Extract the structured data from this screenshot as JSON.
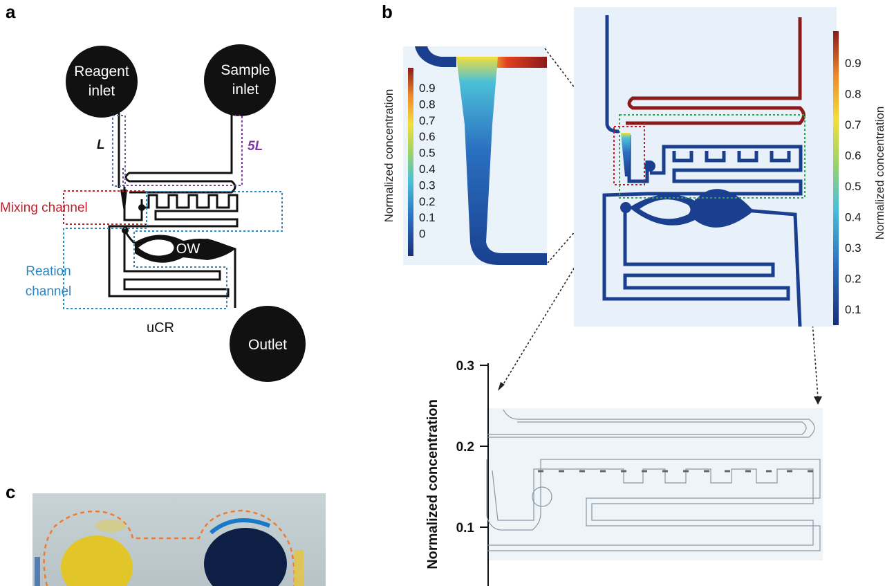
{
  "panel_a": {
    "label": "a",
    "reagent_line1": "Reagent",
    "reagent_line2": "inlet",
    "sample_line1": "Sample",
    "sample_line2": "inlet",
    "length_left": "L",
    "length_right": "5L",
    "mixing_channel": "Mixing channel",
    "reaction_line1": "Reation",
    "reaction_line2": "channel",
    "ow_label": "OW",
    "ucr_label": "uCR",
    "outlet": "Outlet",
    "colors": {
      "mixing": "#c0202a",
      "reaction": "#2a86c0",
      "length_5l": "#7b3aa8",
      "channel": "#111111"
    }
  },
  "panel_b": {
    "label": "b",
    "colorbar_label": "Normalized concentration",
    "small_colorbar_ticks": [
      "0.9",
      "0.8",
      "0.7",
      "0.6",
      "0.5",
      "0.4",
      "0.3",
      "0.2",
      "0.1",
      "0"
    ],
    "large_colorbar_ticks": [
      "0.9",
      "0.8",
      "0.7",
      "0.6",
      "0.5",
      "0.4",
      "0.3",
      "0.2",
      "0.1"
    ],
    "colors": {
      "low": "#1b3f8f",
      "high": "#8b1a1a",
      "background": "#e8f1fa"
    }
  },
  "chart_data": {
    "type": "line",
    "ylabel": "Normalized concentration",
    "ytick_labels": [
      "0.3",
      "0.2",
      "0.1"
    ],
    "yticks": [
      0.3,
      0.2,
      0.1
    ]
  },
  "panel_c": {
    "label": "c",
    "colors": {
      "reagent_fill": "#e2c629",
      "sample_fill": "#0d1f45",
      "outline": "#f07a2e"
    }
  }
}
